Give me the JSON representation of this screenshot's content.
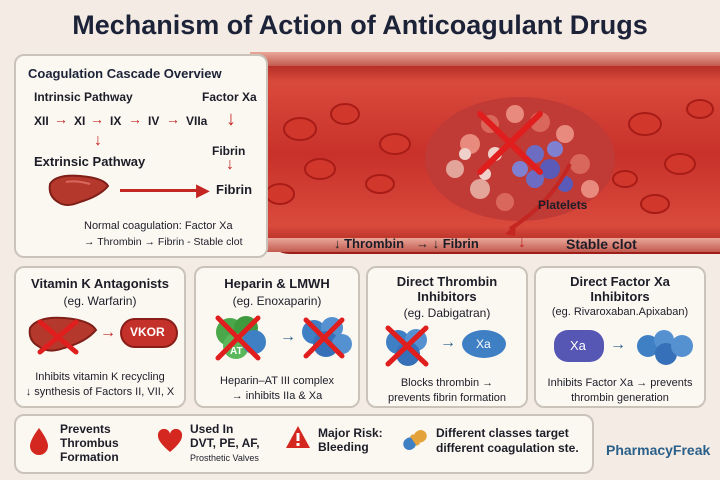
{
  "title": "Mechanism of Action of Anticoagulant Drugs",
  "cascade": {
    "heading": "Coagulation Cascade Overview",
    "intrinsic": "Intrinsic Pathway",
    "factors": [
      "XII",
      "XI",
      "IX",
      "IV",
      "VIIa"
    ],
    "factor_xa": "Factor Xa",
    "fibrin_mid": "Fibrin",
    "extrinsic": "Extrinsic Pathway",
    "fibrin_end": "Fibrin",
    "normal_line1": "Normal coagulation: Factor Xa",
    "normal_line2": "→ Thrombin → Fibrin - Stable clot"
  },
  "vessel": {
    "platelets": "Platelets",
    "thrombin": "↓ Thrombin",
    "fibrin": "→ ↓ Fibrin",
    "stable_clot": "Stable clot"
  },
  "panels": [
    {
      "title": "Vitamin K Antagonists",
      "sub": "(eg. Warfarin)",
      "label": "VKOR",
      "desc1": "Inhibits vitamin K recycling",
      "desc2": "↓ synthesis of Factors II, VII, X"
    },
    {
      "title": "Heparin & LMWH",
      "sub": "(eg. Enoxaparin)",
      "label": "AT",
      "desc1": "Heparin–AT III complex",
      "desc2": "→ inhibits IIa & Xa"
    },
    {
      "title": "Direct Thrombin",
      "title2": "Inhibitors",
      "sub": "(eg. Dabigatran)",
      "label": "Xa",
      "desc1": "Blocks thrombin →",
      "desc2": "prevents fibrin formation"
    },
    {
      "title": "Direct Factor Xa",
      "title2": "Inhibitors",
      "sub": "(eg. Rivaroxaban.Apixaban)",
      "label": "Xa",
      "desc1": "Inhibits Factor Xa → prevents",
      "desc2": "thrombin generation"
    }
  ],
  "footer": {
    "item1": [
      "Prevents",
      "Thrombus",
      "Formation"
    ],
    "item2": [
      "Used In",
      "DVT, PE, AF,"
    ],
    "item2_small": "Prosthetic Valves",
    "item3": [
      "Major Risk:",
      "Bleeding"
    ],
    "item4": [
      "Different classes target",
      "different coagulation ste."
    ]
  },
  "brand": "PharmacyFreak",
  "colors": {
    "accent_red": "#c42622",
    "heading_navy": "#1c2238",
    "brand_blue": "#2a5f8a",
    "drug_blue": "#3f7fc4"
  }
}
